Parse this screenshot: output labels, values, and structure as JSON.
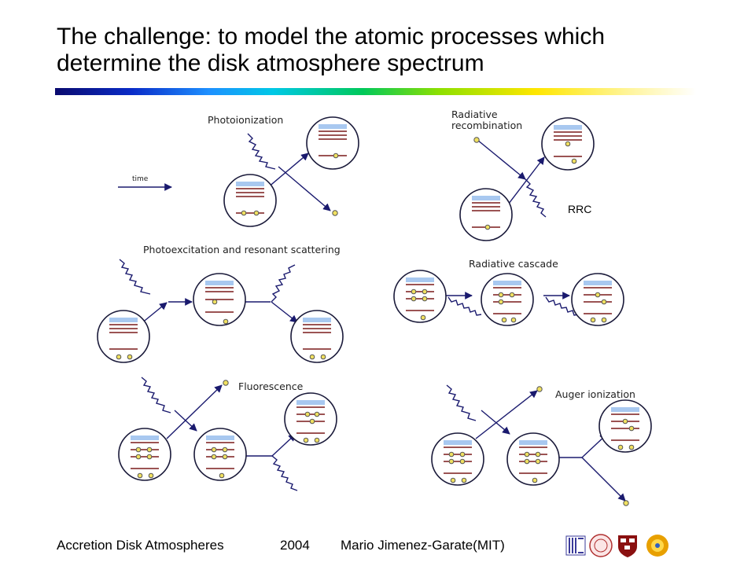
{
  "slide": {
    "title_line1": "The challenge: to model the atomic processes which",
    "title_line2": "determine the disk atmosphere spectrum"
  },
  "diagram": {
    "labels": {
      "photoionization": "Photoionization",
      "time": "time",
      "radiative_recombination_1": "Radiative",
      "radiative_recombination_2": "recombination",
      "rrc": "RRC",
      "photoexcitation": "Photoexcitation and resonant scattering",
      "radiative_cascade": "Radiative cascade",
      "fluorescence": "Fluorescence",
      "auger": "Auger ionization"
    }
  },
  "footer": {
    "left": "Accretion Disk Atmospheres",
    "year": "2004",
    "author": "Mario Jimenez-Garate(MIT)"
  },
  "colors": {
    "circle_stroke": "#1a1a3a",
    "level_line": "#7a1a1a",
    "band_fill": "#a8c8f0",
    "electron_fill": "#f0e060",
    "arrow": "#1a1a6e"
  },
  "logos": [
    "mit-logo-icon",
    "seal-icon",
    "harvard-shield-icon",
    "sun-icon"
  ]
}
